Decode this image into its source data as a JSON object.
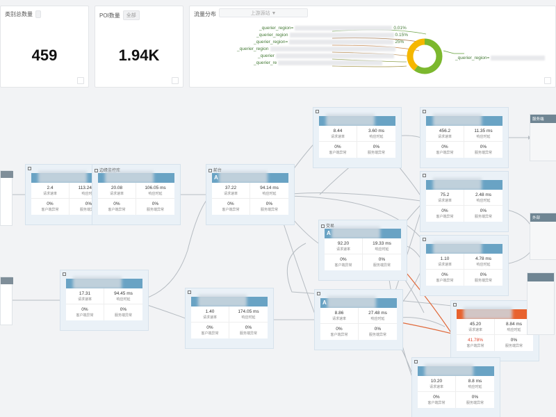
{
  "stats": [
    {
      "title": "类别总数量",
      "value": "459"
    },
    {
      "title": "POI数量",
      "tag": "全部",
      "value": "1.94K"
    }
  ],
  "distribution": {
    "title": "流量分布",
    "select_placeholder": "上游源站 ▼",
    "legend": [
      {
        "prefix": "_querier_region=",
        "suffix": "0.01%"
      },
      {
        "prefix": "_querier_region",
        "suffix": "0.15%"
      },
      {
        "prefix": "_querier_region=",
        "suffix": "25%"
      },
      {
        "prefix": "_querier_region",
        "suffix": ""
      },
      {
        "prefix": "_querier",
        "suffix": ""
      },
      {
        "prefix": "_querier_re",
        "suffix": ""
      }
    ],
    "callout": "_querier_region=",
    "donut": {
      "colors": [
        "#7cb82e",
        "#f5b700"
      ],
      "values": [
        60,
        40
      ]
    }
  },
  "metric_labels": {
    "rate": "请求速率",
    "latency": "响应时延",
    "user_err": "客户端异常",
    "server_err": "服务端异常"
  },
  "nodes": [
    {
      "id": "n1",
      "label": "",
      "letter": "",
      "rate": "2.4",
      "latency": "113.24 ms",
      "user_err": "0%",
      "server_err": "0%"
    },
    {
      "id": "n2",
      "label": "边缘监控库",
      "letter": "",
      "rate": "20.08",
      "latency": "106.05 ms",
      "user_err": "0%",
      "server_err": "0%"
    },
    {
      "id": "n3",
      "label": "前台",
      "letter": "A",
      "rate": "37.22",
      "latency": "94.14 ms",
      "user_err": "0%",
      "server_err": "0%"
    },
    {
      "id": "n4",
      "label": "",
      "letter": "",
      "rate": "8.44",
      "latency": "3.60 ms",
      "user_err": "0%",
      "server_err": "0%"
    },
    {
      "id": "n5",
      "label": "",
      "letter": "",
      "rate": "456.2",
      "latency": "11.35 ms",
      "user_err": "0%",
      "server_err": "0%"
    },
    {
      "id": "n6",
      "label": "",
      "letter": "",
      "rate": "75.2",
      "latency": "2.48 ms",
      "user_err": "0%",
      "server_err": "0%"
    },
    {
      "id": "n7",
      "label": "交易",
      "letter": "A",
      "rate": "92.20",
      "latency": "19.33 ms",
      "user_err": "0%",
      "server_err": "0%"
    },
    {
      "id": "n8",
      "label": "",
      "letter": "",
      "rate": "1.10",
      "latency": "4.78 ms",
      "user_err": "0%",
      "server_err": "0%"
    },
    {
      "id": "n9",
      "label": "",
      "letter": "",
      "rate": "17.31",
      "latency": "94.45 ms",
      "user_err": "0%",
      "server_err": "0%"
    },
    {
      "id": "n10",
      "label": "",
      "letter": "",
      "rate": "1.40",
      "latency": "174.05 ms",
      "user_err": "0%",
      "server_err": "0%"
    },
    {
      "id": "n11",
      "label": "",
      "letter": "A",
      "rate": "8.86",
      "latency": "27.48 ms",
      "user_err": "0%",
      "server_err": "0%"
    },
    {
      "id": "n12",
      "label": "",
      "letter": "",
      "rate": "45.20",
      "latency": "8.84 ms",
      "user_err": "41.78%",
      "server_err": "0%"
    },
    {
      "id": "n13",
      "label": "",
      "letter": "",
      "rate": "10.20",
      "latency": "8.8 ms",
      "user_err": "0%",
      "server_err": "0%"
    }
  ],
  "side_boxes": [
    {
      "title": "服务端"
    },
    {
      "title": "外部"
    }
  ]
}
